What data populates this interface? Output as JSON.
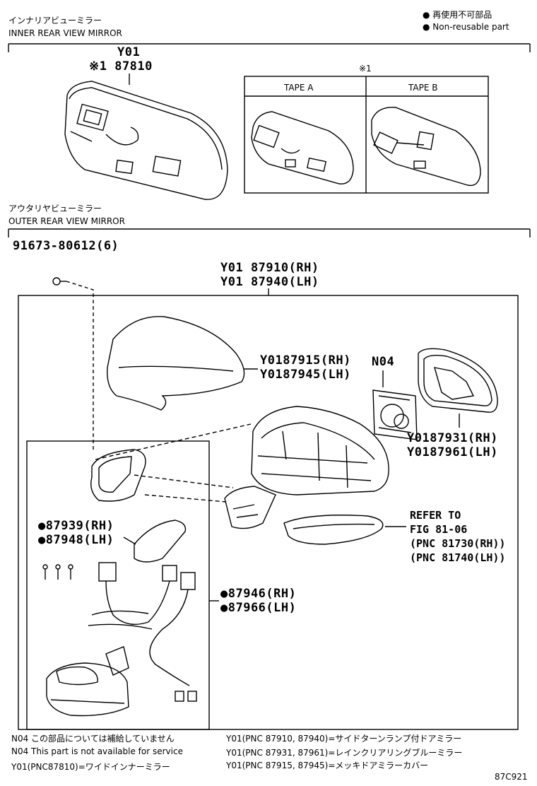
{
  "legend": {
    "jp": "● 再使用不可部品",
    "en": "● Non-reusable part"
  },
  "inner": {
    "title_jp": "インナリアビューミラー",
    "title_en": "INNER REAR VIEW MIRROR",
    "code": "Y01",
    "part": "※1 87810",
    "inset_mark": "※1",
    "tape_a": "TAPE A",
    "tape_b": "TAPE B"
  },
  "outer": {
    "title_jp": "アウタリヤビューミラー",
    "title_en": "OUTER REAR VIEW MIRROR",
    "screw": "91673-80612(6)",
    "assy_rh": "Y01 87910(RH)",
    "assy_lh": "Y01 87940(LH)",
    "cover_rh": "Y0187915(RH)",
    "cover_lh": "Y0187945(LH)",
    "n04": "N04",
    "mirror_rh": "Y0187931(RH)",
    "mirror_lh": "Y0187961(LH)",
    "part_939": "●87939(RH)",
    "part_948": "●87948(LH)",
    "part_946": "●87946(RH)",
    "part_966": "●87966(LH)",
    "refer1": "REFER TO",
    "refer2": "FIG 81-06",
    "refer3": "(PNC 81730(RH))",
    "refer4": "(PNC 81740(LH))"
  },
  "footnotes": {
    "n1": "N04 この部品については補給していません",
    "n2": "N04 This part is not available for service",
    "n3": "Y01(PNC87810)=ワイドインナーミラー",
    "y1": "Y01(PNC 87910, 87940)=サイドターンランプ付ドアミラー",
    "y2": "Y01(PNC 87931, 87961)=レインクリアリングブルーミラー",
    "y3": "Y01(PNC 87915, 87945)=メッキドアミラーカバー",
    "fig": "87C921"
  }
}
